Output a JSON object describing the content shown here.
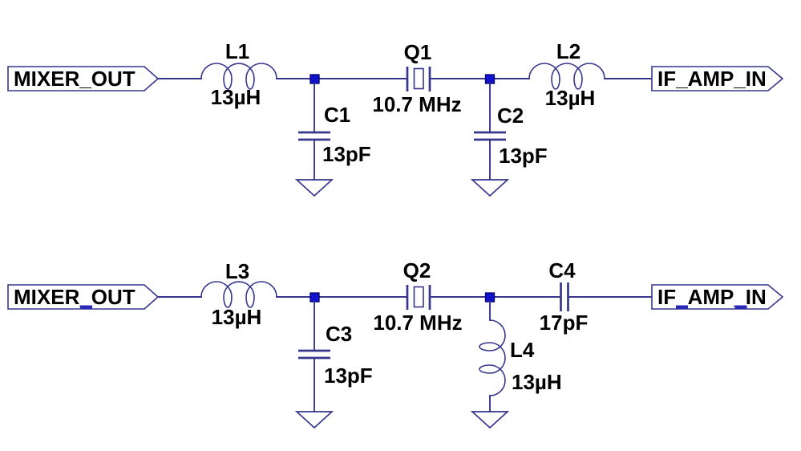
{
  "colors": {
    "wire": "#36368C",
    "junction": "#1212CC",
    "junction_border": "#000078",
    "label": "#000000",
    "background": "#FFFFFF",
    "underscore_artifact": "#2A2AB8"
  },
  "circuits": [
    {
      "id": "crystal-filter-top",
      "input_port": "MIXER_OUT",
      "output_port": "IF_AMP_IN",
      "components": [
        {
          "ref": "L1",
          "value": "13µH",
          "type": "inductor"
        },
        {
          "ref": "C1",
          "value": "13pF",
          "type": "capacitor"
        },
        {
          "ref": "Q1",
          "value": "10.7 MHz",
          "type": "crystal"
        },
        {
          "ref": "C2",
          "value": "13pF",
          "type": "capacitor"
        },
        {
          "ref": "L2",
          "value": "13µH",
          "type": "inductor"
        }
      ]
    },
    {
      "id": "crystal-filter-bottom",
      "input_port": "MIXER_OUT",
      "output_port": "IF_AMP_IN",
      "components": [
        {
          "ref": "L3",
          "value": "13µH",
          "type": "inductor"
        },
        {
          "ref": "C3",
          "value": "13pF",
          "type": "capacitor"
        },
        {
          "ref": "Q2",
          "value": "10.7 MHz",
          "type": "crystal"
        },
        {
          "ref": "L4",
          "value": "13µH",
          "type": "inductor"
        },
        {
          "ref": "C4",
          "value": "17pF",
          "type": "capacitor"
        }
      ]
    }
  ]
}
